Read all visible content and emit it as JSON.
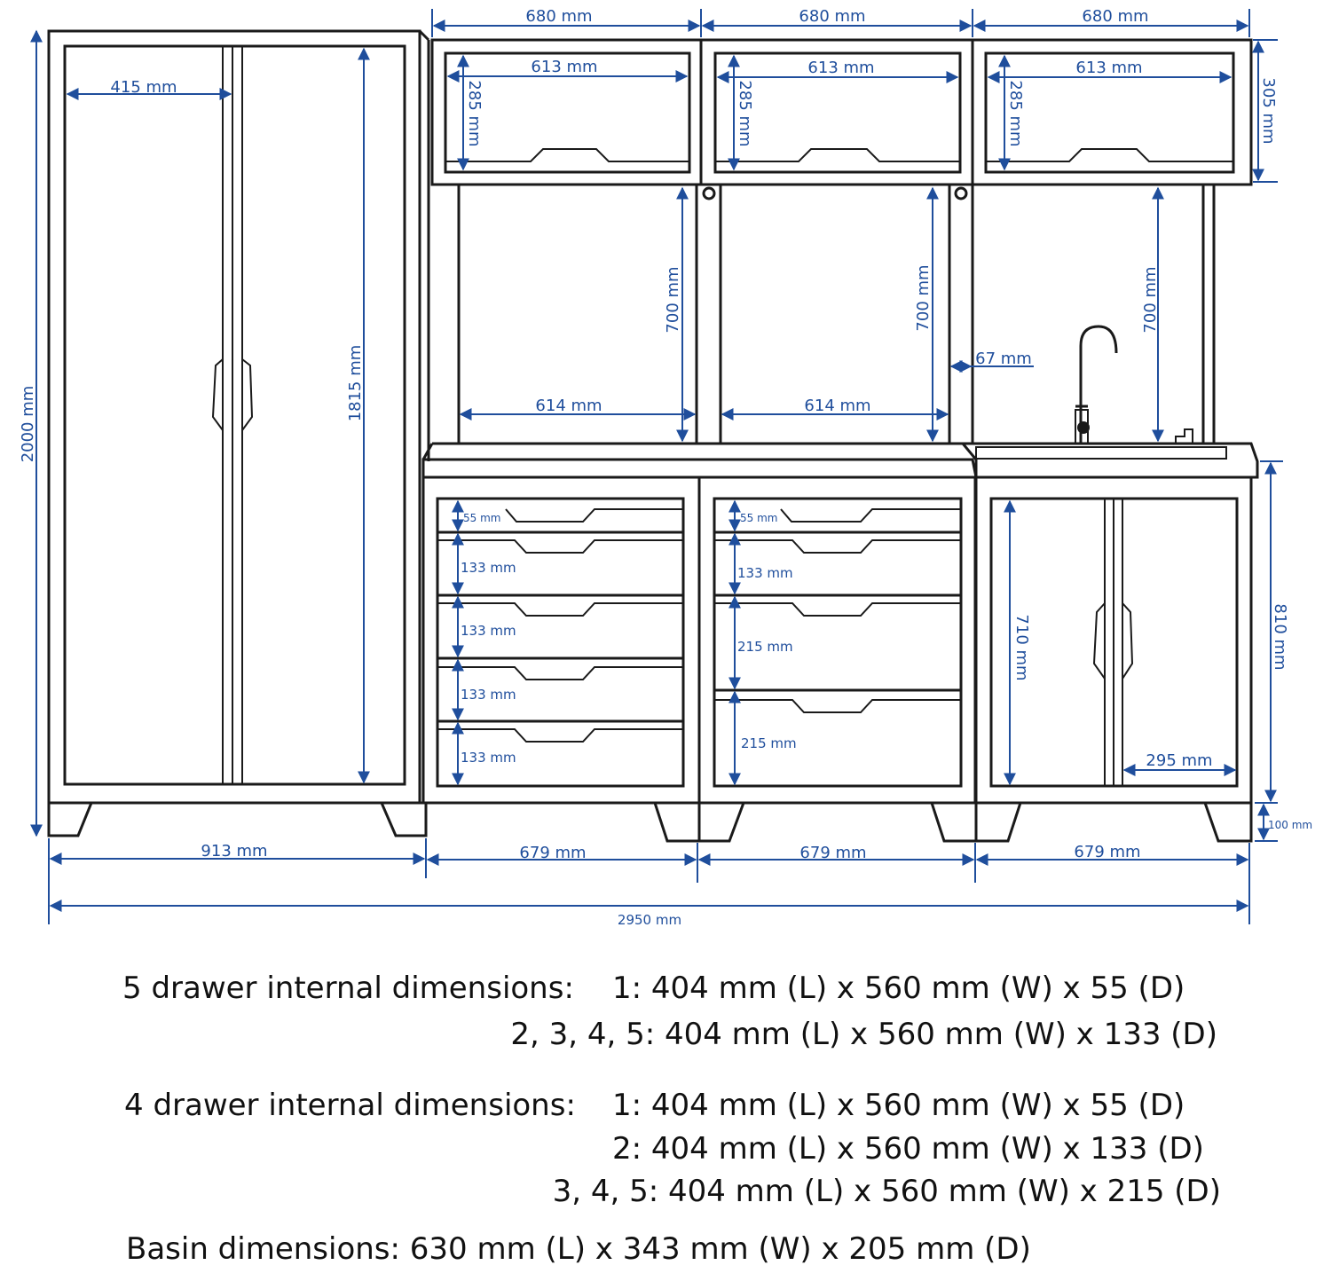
{
  "colors": {
    "line": "#1a1a1a",
    "dimension": "#1f4e9c",
    "background": "#ffffff"
  },
  "dimensions": {
    "wall_cabinet_width": "680 mm",
    "wall_cabinet_inner_width": "613 mm",
    "wall_cabinet_inner_height": "285 mm",
    "wall_cabinet_height": "305 mm",
    "tall_door_width": "415 mm",
    "tall_door_height": "1815 mm",
    "overall_height": "2000 mm",
    "backsplash_height": "700 mm",
    "backsplash_width": "614 mm",
    "post_gap": "67 mm",
    "drawer_1": "55 mm",
    "drawer_133": "133 mm",
    "drawer_215": "215 mm",
    "sink_door_height": "710 mm",
    "sink_door_width": "295 mm",
    "base_height": "810 mm",
    "leg_height": "100 mm",
    "tall_width": "913 mm",
    "base_width": "679 mm",
    "overall_width": "2950 mm"
  },
  "notes": {
    "five_label": "5 drawer internal dimensions:",
    "five_1": "1: 404 mm (L) x 560 mm (W) x 55 (D)",
    "five_2": "2, 3, 4, 5: 404 mm (L) x 560 mm (W) x 133 (D)",
    "four_label": "4 drawer internal dimensions:",
    "four_1": "1: 404 mm (L) x 560 mm (W) x 55 (D)",
    "four_2": "2: 404 mm (L) x 560 mm (W) x 133 (D)",
    "four_3": "3, 4, 5: 404 mm (L) x 560 mm (W) x 215 (D)",
    "basin": "Basin dimensions: 630 mm (L) x 343 mm (W) x 205 mm (D)"
  }
}
